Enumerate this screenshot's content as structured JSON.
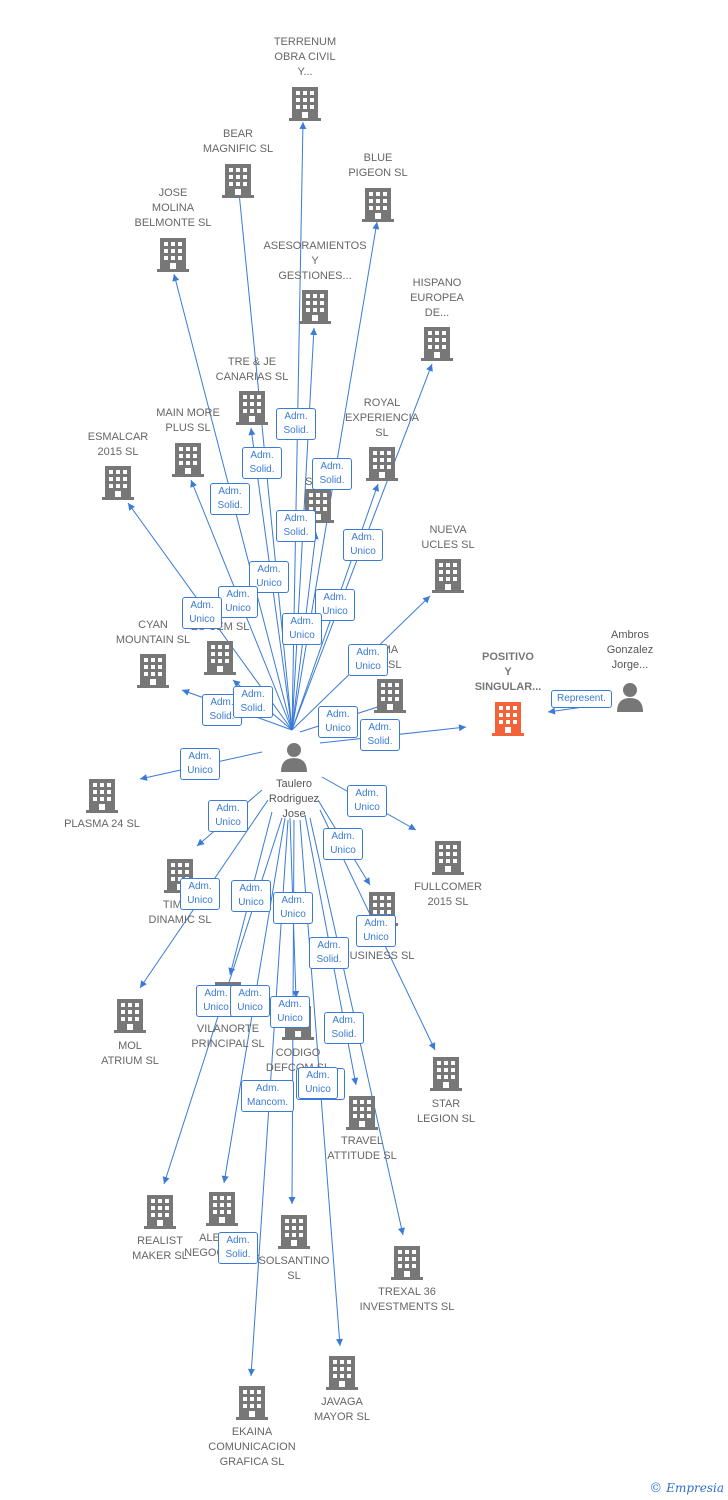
{
  "colors": {
    "edge": "#3a7bd5",
    "company": "#777777",
    "main_company": "#f4623a",
    "person": "#777777"
  },
  "nodes": [
    {
      "id": "terrenum",
      "type": "company",
      "label": "TERRENUM\nOBRA CIVIL\nY..."
    },
    {
      "id": "bear",
      "type": "company",
      "label": "BEAR\nMAGNIFIC  SL"
    },
    {
      "id": "blue",
      "type": "company",
      "label": "BLUE\nPIGEON  SL"
    },
    {
      "id": "jose",
      "type": "company",
      "label": "JOSE\nMOLINA\nBELMONTE  SL"
    },
    {
      "id": "asesor",
      "type": "company",
      "label": "ASESORAMIENTOS\nY\nGESTIONES..."
    },
    {
      "id": "hispano",
      "type": "company",
      "label": "HISPANO\nEUROPEA\nDE..."
    },
    {
      "id": "tre",
      "type": "company",
      "label": "TRE & JE\nCANARIAS  SL"
    },
    {
      "id": "royal",
      "type": "company",
      "label": "ROYAL\nEXPERIENCIA\nSL"
    },
    {
      "id": "mainmore",
      "type": "company",
      "label": "MAIN MORE\nPLUS  SL"
    },
    {
      "id": "esmalcar",
      "type": "company",
      "label": "ESMALCAR\n2015  SL"
    },
    {
      "id": "inspir",
      "type": "company",
      "label": "INI\nSPIR"
    },
    {
      "id": "nueva",
      "type": "company",
      "label": "NUEVA\nUCLES  SL"
    },
    {
      "id": "cyan",
      "type": "company",
      "label": "CYAN\nMOUNTAIN  SL"
    },
    {
      "id": "escem",
      "type": "company",
      "label": "ES       CEM SL"
    },
    {
      "id": "ma",
      "type": "company",
      "label": "MA\nT  SL"
    },
    {
      "id": "positivo",
      "type": "main",
      "label": "POSITIVO\nY\nSINGULAR..."
    },
    {
      "id": "ambros",
      "type": "person",
      "label": "Ambros\nGonzalez\nJorge..."
    },
    {
      "id": "taulero",
      "type": "person",
      "label": "Taulero\nRodriguez\nJose"
    },
    {
      "id": "plasma",
      "type": "company",
      "label": "PLASMA 24 SL"
    },
    {
      "id": "fullcomer",
      "type": "company",
      "label": "FULLCOMER\n2015  SL"
    },
    {
      "id": "timer",
      "type": "company",
      "label": "TIMER\nDINAMIC  SL"
    },
    {
      "id": "band",
      "type": "company",
      "label": "AND\nUSINESS  SL"
    },
    {
      "id": "mol",
      "type": "company",
      "label": "MOL\nATRIUM  SL"
    },
    {
      "id": "vilanorte",
      "type": "company",
      "label": "VILANORTE\nPRINCIPAL  SL"
    },
    {
      "id": "codigo",
      "type": "company",
      "label": "CODIGO\nDEFCOM  SL"
    },
    {
      "id": "star",
      "type": "company",
      "label": "STAR\nLEGION  SL"
    },
    {
      "id": "travel",
      "type": "company",
      "label": "TRAVEL\nATTITUDE  SL"
    },
    {
      "id": "realist",
      "type": "company",
      "label": "REALIST\nMAKER  SL"
    },
    {
      "id": "alessia",
      "type": "company",
      "label": "ALESSIA\nNEGOCIOS  SL"
    },
    {
      "id": "solsantino",
      "type": "company",
      "label": "SOLSANTINO\nSL"
    },
    {
      "id": "trexal",
      "type": "company",
      "label": "TREXAL 36\nINVESTMENTS SL"
    },
    {
      "id": "javaga",
      "type": "company",
      "label": "JAVAGA\nMAYOR  SL"
    },
    {
      "id": "ekaina",
      "type": "company",
      "label": "EKAINA\nCOMUNICACION\nGRAFICA  SL"
    }
  ],
  "edge_labels": [
    "Adm.\nSolid.",
    "Adm.\nSolid.",
    "Adm.\nSolid.",
    "Adm.\nSolid.",
    "Adm.\nSolid.",
    "Adm.\nUnico",
    "Adm.\nUnico",
    "Adm.\nUnico",
    "Adm.\nUnico",
    "Adm.\nUnico",
    "Adm.\nUnico",
    "Adm.\nUnico",
    "Adm.\nSolid.",
    "Adm.\nUnico",
    "Adm.\nSolid.",
    "Adm.\nSolid.",
    "Represent.",
    "Adm.\nUnico",
    "Adm.\nUnico",
    "Adm.\nUnico",
    "Adm.\nUnico",
    "Adm.\nUnico",
    "Adm.\nUnico",
    "Adm.\nUnico",
    "Adm.\nUnico",
    "Adm.\nSolid.",
    "Adm.\nUnico",
    "Adm.\nUnico",
    "Adm.\nUnico",
    "Adm.\nSolid.",
    "Adm.\nMancom.",
    "Adm.\nUnico,...",
    "Adm.\nSolid.",
    "Adm.\nUnico"
  ],
  "brand": {
    "copyright": "©",
    "name": "Empresia"
  }
}
